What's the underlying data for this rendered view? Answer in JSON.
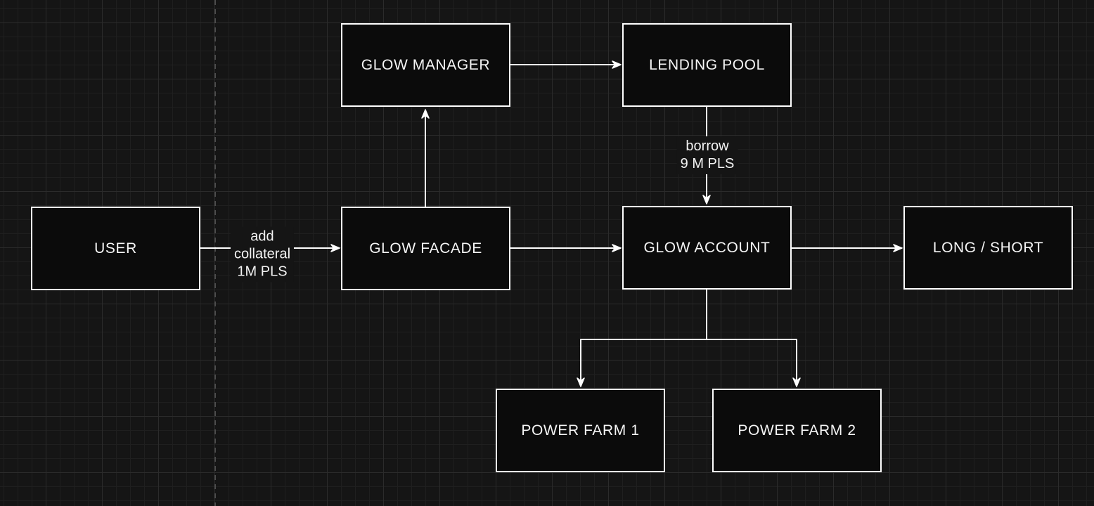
{
  "app": {
    "type": "flowchart-diagram",
    "colors": {
      "canvas_bg": "#151515",
      "grid_minor": "#1f1f1f",
      "grid_major": "#2b2b2b",
      "node_fill": "#0b0b0b",
      "node_border": "#ffffff",
      "text": "#f2f2f2",
      "arrow": "#ffffff",
      "guide_dashed": "#4d4d4d"
    }
  },
  "diagram": {
    "nodes": [
      {
        "id": "user",
        "label": "USER"
      },
      {
        "id": "glow-manager",
        "label": "GLOW MANAGER"
      },
      {
        "id": "lending-pool",
        "label": "LENDING POOL"
      },
      {
        "id": "glow-facade",
        "label": "GLOW FACADE"
      },
      {
        "id": "glow-account",
        "label": "GLOW ACCOUNT"
      },
      {
        "id": "long-short",
        "label": "LONG / SHORT"
      },
      {
        "id": "power-farm-1",
        "label": "POWER FARM 1"
      },
      {
        "id": "power-farm-2",
        "label": "POWER FARM 2"
      }
    ],
    "edges": [
      {
        "from": "USER",
        "to": "GLOW FACADE",
        "label": "add collateral 1M PLS"
      },
      {
        "from": "GLOW FACADE",
        "to": "GLOW MANAGER",
        "label": ""
      },
      {
        "from": "GLOW MANAGER",
        "to": "LENDING POOL",
        "label": ""
      },
      {
        "from": "LENDING POOL",
        "to": "GLOW ACCOUNT",
        "label": "borrow 9 M PLS"
      },
      {
        "from": "GLOW FACADE",
        "to": "GLOW ACCOUNT",
        "label": ""
      },
      {
        "from": "GLOW ACCOUNT",
        "to": "LONG / SHORT",
        "label": ""
      },
      {
        "from": "GLOW ACCOUNT",
        "to": "POWER FARM 1",
        "label": ""
      },
      {
        "from": "GLOW ACCOUNT",
        "to": "POWER FARM 2",
        "label": ""
      }
    ],
    "edge_labels": {
      "add_collateral": {
        "lines": [
          "add",
          "collateral",
          "1M PLS"
        ]
      },
      "borrow": {
        "lines": [
          "borrow",
          "9 M PLS"
        ]
      }
    }
  }
}
